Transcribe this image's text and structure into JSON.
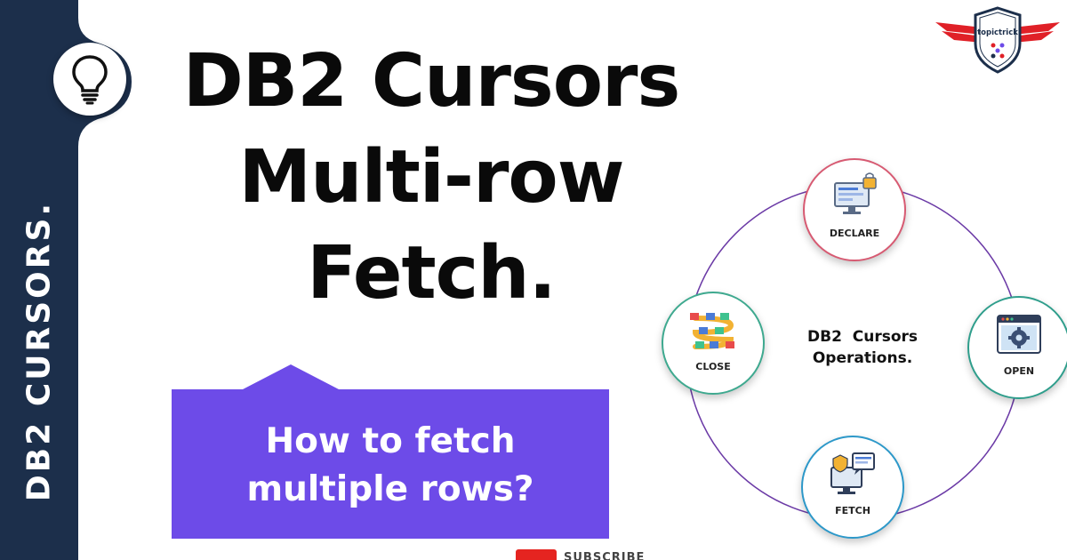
{
  "sidebar": {
    "text": "DB2 CURSORS."
  },
  "title": {
    "line1": "DB2 Cursors",
    "line2": "Multi-row",
    "line3": "Fetch."
  },
  "callout": {
    "line1": "How to fetch",
    "line2": "multiple rows?"
  },
  "subscribe": {
    "label": "SUBSCRIBE"
  },
  "logo": {
    "text": "topictrick"
  },
  "diagram": {
    "center": "DB2  Cursors\nOperations.",
    "nodes": {
      "declare": "DECLARE",
      "open": "OPEN",
      "fetch": "FETCH",
      "close": "CLOSE"
    }
  },
  "colors": {
    "sidebar": "#1c2f4b",
    "callout": "#6d4be8",
    "subscribe": "#e52420",
    "logo_wings": "#e02027",
    "cycle_line": "#6b3aa6"
  }
}
